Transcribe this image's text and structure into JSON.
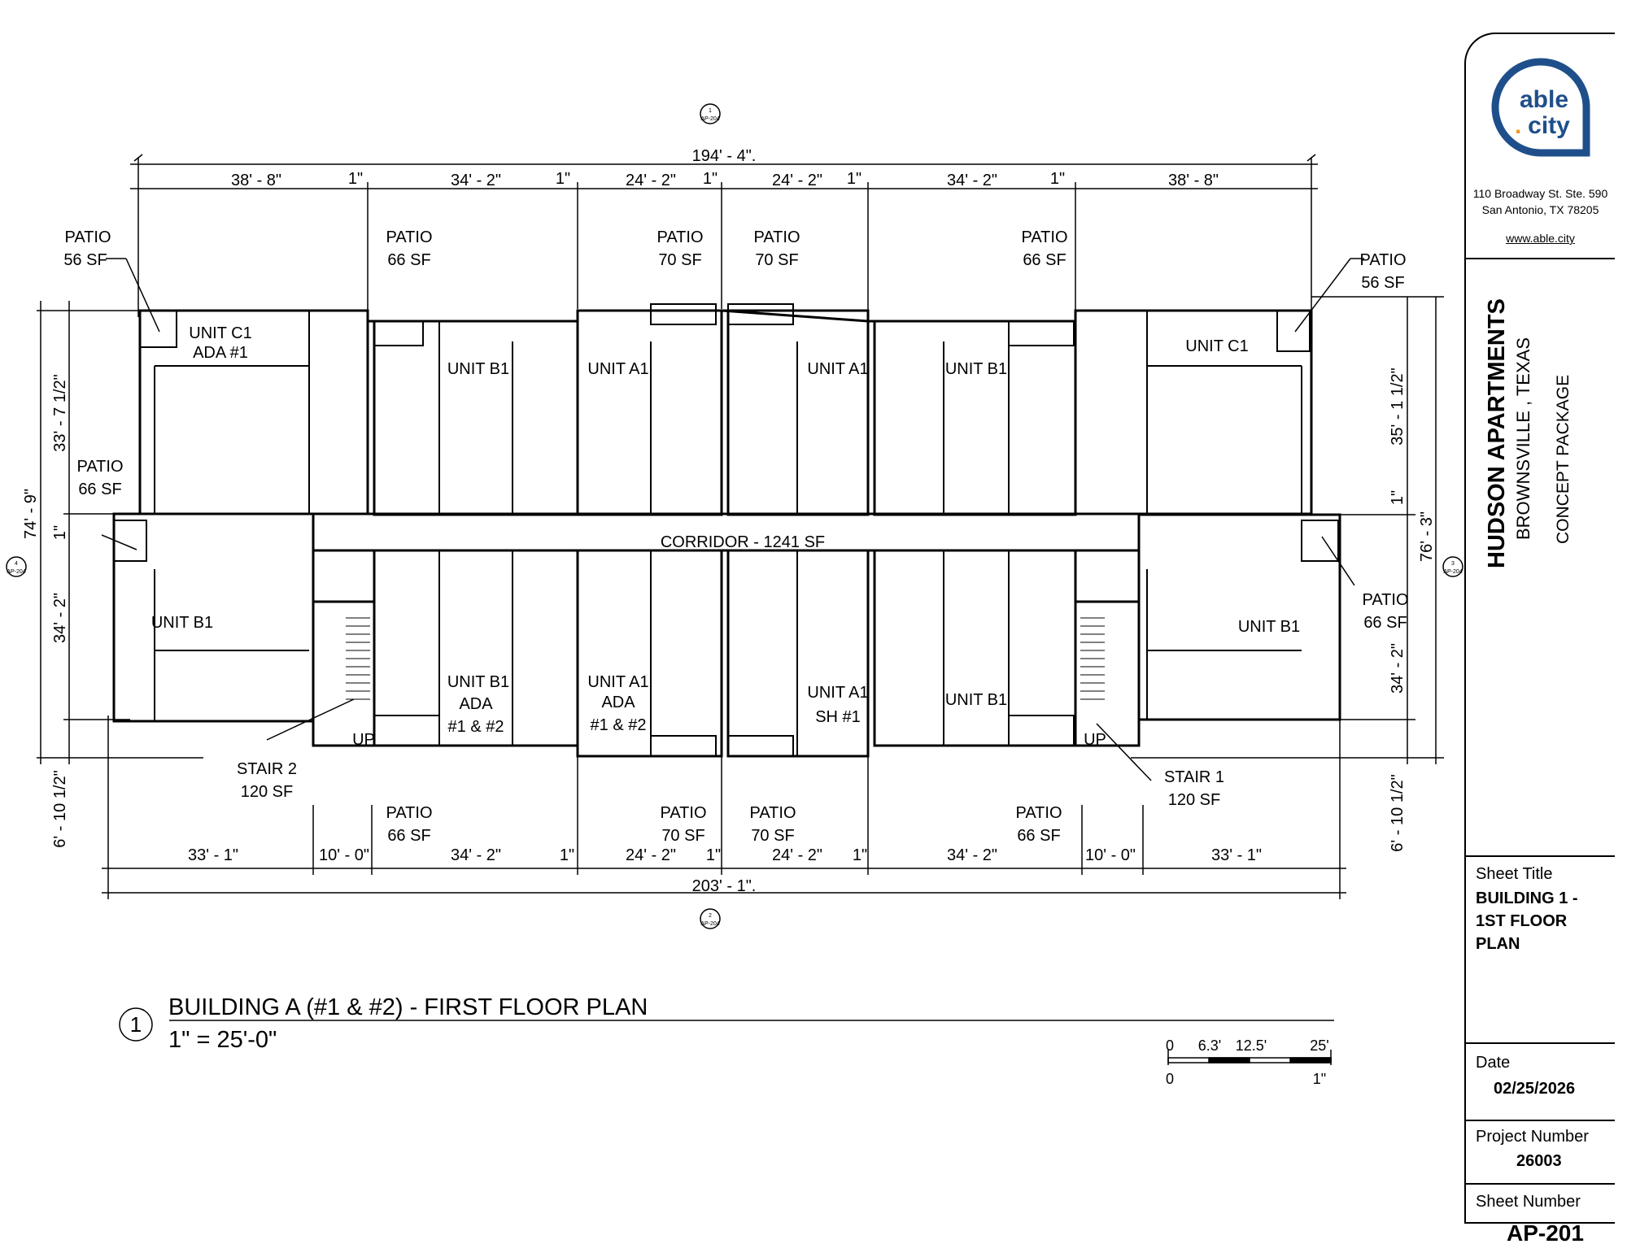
{
  "drawing": {
    "overall_top": "194' - 4\".",
    "overall_bottom": "203' - 1\".",
    "top_dims": [
      "38' - 8\"",
      "34' - 2\"",
      "24' - 2\"",
      "24' - 2\"",
      "34' - 2\"",
      "38' - 8\""
    ],
    "bottom_dims": [
      "33' - 1\"",
      "10' - 0\"",
      "34' - 2\"",
      "24' - 2\"",
      "24' - 2\"",
      "34' - 2\"",
      "10' - 0\"",
      "33' - 1\""
    ],
    "one_inch": "1\"",
    "left_dims": {
      "overall": "74' - 9\"",
      "upper": "33' - 7 1/2\"",
      "gap": "1\"",
      "lower": "34' - 2\"",
      "bottom": "6' - 10 1/2\""
    },
    "right_dims": {
      "overall": "76' - 3\"",
      "upper": "35' - 1 1/2\"",
      "gap": "1\"",
      "lower": "34' - 2\"",
      "bottom": "6' - 10 1/2\""
    },
    "corridor": "CORRIDOR - 1241 SF",
    "patio_word": "PATIO",
    "patio_sf": {
      "p56": "56 SF",
      "p66": "66 SF",
      "p70": "70 SF"
    },
    "units": {
      "c1_ada_1": "UNIT C1",
      "c1_ada_2": "ADA #1",
      "c1": "UNIT C1",
      "b1": "UNIT B1",
      "a1": "UNIT A1",
      "ada": "ADA",
      "b1_ada_3": "#1 & #2",
      "a1_ada_3": "#1 & #2",
      "sh": "SH #1"
    },
    "stair2": {
      "name": "STAIR 2",
      "sf": "120 SF"
    },
    "stair1": {
      "name": "STAIR 1",
      "sf": "120 SF"
    },
    "up": "UP",
    "section_ref": "AP-204",
    "section_nums": {
      "top": "1",
      "bottom": "2",
      "left": "4",
      "right": "3"
    },
    "view_number": "1",
    "view_title": "BUILDING A (#1 & #2) - FIRST FLOOR PLAN",
    "view_scale": "1\" = 25'-0\"",
    "scale_bar": {
      "t0": "0",
      "t1": "6.3'",
      "t2": "12.5'",
      "t3": "25'",
      "b0": "0",
      "b1": "1\""
    }
  },
  "title_block": {
    "logo_line1": "able",
    "logo_dot": ".",
    "logo_line2": "city",
    "address_line1": "110 Broadway St. Ste. 590",
    "address_line2": "San Antonio, TX 78205",
    "website": "www.able.city",
    "project_name": "HUDSON APARTMENTS",
    "project_location": "BROWNSVILLE , TEXAS",
    "package": "CONCEPT PACKAGE",
    "sheet_title_label": "Sheet Title",
    "sheet_title_1": "BUILDING 1 -",
    "sheet_title_2": "1ST FLOOR",
    "sheet_title_3": "PLAN",
    "date_label": "Date",
    "date": "02/25/2026",
    "project_number_label": "Project Number",
    "project_number": "26003",
    "sheet_number_label": "Sheet Number",
    "sheet_number": "AP-201"
  },
  "colors": {
    "logo_blue": "#1f4f8b",
    "logo_orange": "#f29a1f",
    "line": "#000000"
  }
}
